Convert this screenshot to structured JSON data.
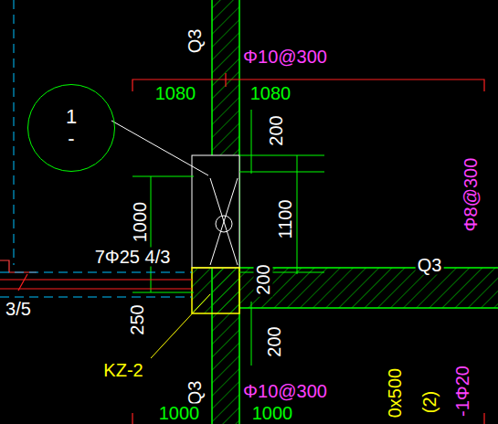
{
  "diagram": {
    "nodes": [
      {
        "text": [
          "1",
          "-"
        ]
      }
    ],
    "labels": [
      "Q3",
      "Φ10@300",
      "1080",
      "1080",
      "200",
      "1000",
      "1100",
      "7Φ25 4/3",
      "Q3",
      "Φ8@300",
      "3/5",
      "200",
      "250",
      "200",
      "KZ-2",
      "Q3",
      "Φ10@300",
      "0x500",
      "(2)",
      "-1Φ20",
      "1000",
      "1000"
    ]
  }
}
